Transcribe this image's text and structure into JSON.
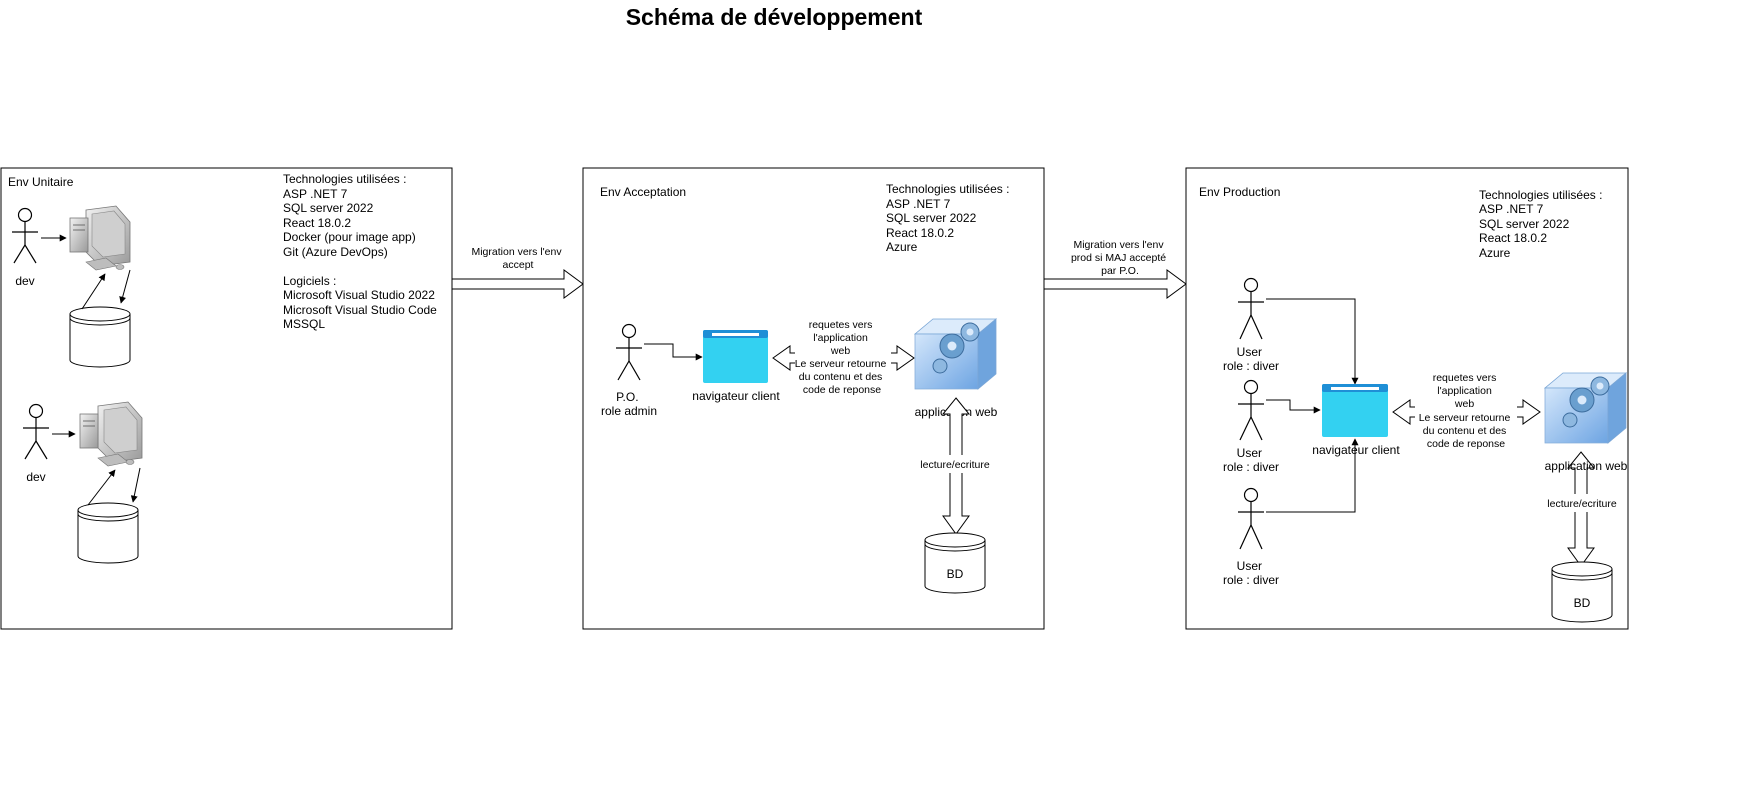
{
  "title": "Schéma de développement",
  "env_unitaire": {
    "label": "Env Unitaire",
    "tech_lines": [
      "Technologies utilisées :",
      "ASP .NET 7",
      "SQL server 2022",
      "React 18.0.2",
      "Docker (pour image app)",
      "Git (Azure DevOps)"
    ],
    "soft_lines": [
      "Logiciels :",
      "Microsoft Visual Studio 2022",
      "Microsoft Visual Studio Code",
      "MSSQL"
    ],
    "dev_label_1": "dev",
    "dev_label_2": "dev"
  },
  "arrow1": {
    "lines": [
      "Migration vers l'env",
      "accept"
    ]
  },
  "env_acceptation": {
    "label": "Env Acceptation",
    "tech_lines": [
      "Technologies utilisées :",
      "ASP .NET 7",
      "SQL server 2022",
      "React 18.0.2",
      "Azure"
    ],
    "actor_lines": [
      "P.O.",
      "role admin"
    ],
    "browser_label": "navigateur client",
    "request_lines": [
      "requetes vers",
      "l'application",
      "web",
      "Le serveur retourne",
      "du contenu et des",
      "code de reponse"
    ],
    "app_label": "application web",
    "rw_label": "lecture/ecriture",
    "db_label": "BD"
  },
  "arrow2": {
    "lines": [
      "Migration vers l'env",
      "prod si MAJ accepté",
      "par P.O."
    ]
  },
  "env_production": {
    "label": "Env Production",
    "tech_lines": [
      "Technologies utilisées :",
      "ASP .NET 7",
      "SQL server 2022",
      "React 18.0.2",
      "Azure"
    ],
    "user_lines": [
      "User",
      "role : diver"
    ],
    "browser_label": "navigateur client",
    "request_lines": [
      "requetes vers",
      "l'application",
      "web",
      "Le serveur retourne",
      "du contenu et des",
      "code de reponse"
    ],
    "app_label": "application web",
    "rw_label": "lecture/ecriture",
    "db_label": "BD"
  },
  "colors": {
    "browser_fill": "#33d1f1",
    "browser_bar": "#1f8fd6",
    "app_cube": "#7fb3e6",
    "gear": "#6a9fcf"
  }
}
